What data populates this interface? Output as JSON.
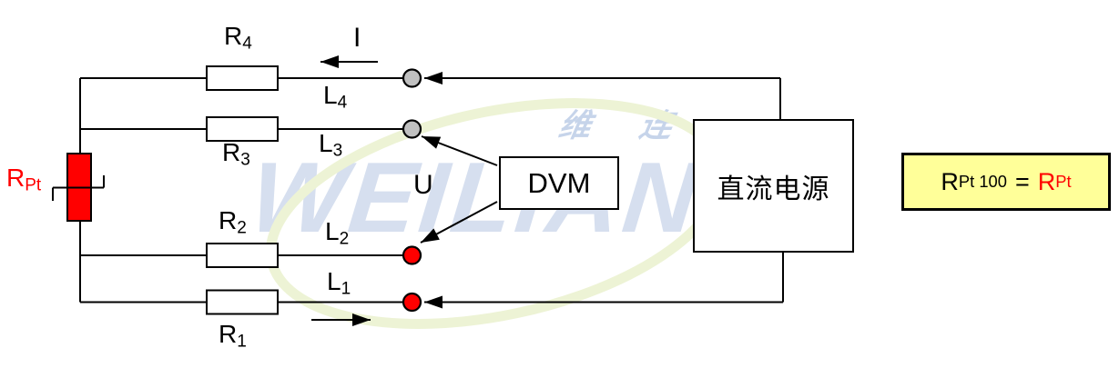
{
  "labels": {
    "r4": {
      "main": "R",
      "sub": "4"
    },
    "r3": {
      "main": "R",
      "sub": "3"
    },
    "r2": {
      "main": "R",
      "sub": "2"
    },
    "r1": {
      "main": "R",
      "sub": "1"
    },
    "l4": {
      "main": "L",
      "sub": "4"
    },
    "l3": {
      "main": "L",
      "sub": "3"
    },
    "l2": {
      "main": "L",
      "sub": "2"
    },
    "l1": {
      "main": "L",
      "sub": "1"
    },
    "rpt": {
      "main": "R",
      "sub": "Pt"
    },
    "current": "I",
    "voltage": "U"
  },
  "boxes": {
    "dvm": "DVM",
    "power_supply": "直流电源"
  },
  "formula": {
    "lhs_main": "R",
    "lhs_sub": "Pt 100",
    "equals": "=",
    "rhs_main": "R",
    "rhs_sub": "Pt"
  },
  "watermark": {
    "latin": "WEILIAN",
    "cjk": "维 连"
  },
  "colors": {
    "line": "#000000",
    "rtd_red": "#ff0000",
    "node_gray": "#c0c0c0",
    "node_red": "#ff0000",
    "formula_bg": "#ffff99",
    "formula_rhs": "#ff0000",
    "watermark_blue": "#d6dfef",
    "watermark_swoosh": "#edf3d5"
  }
}
